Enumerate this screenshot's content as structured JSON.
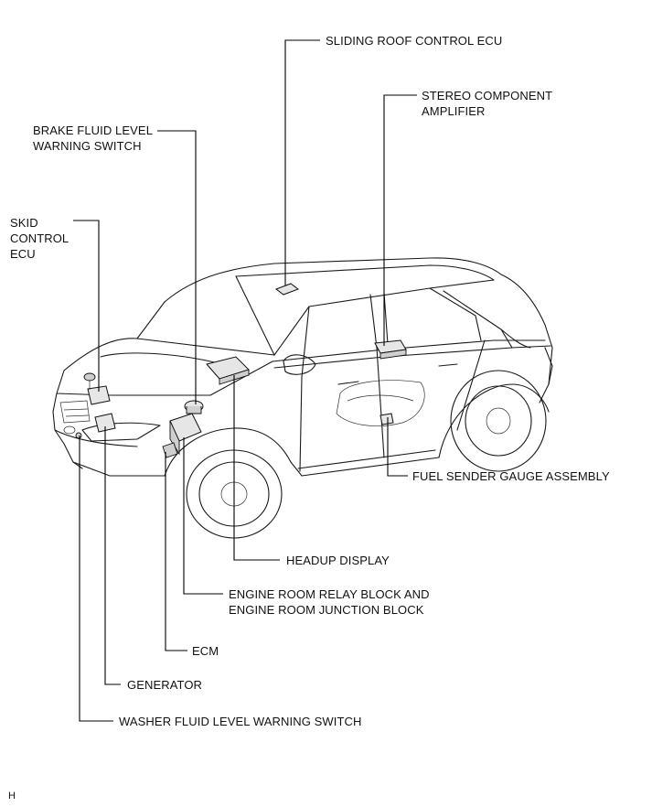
{
  "labels": {
    "sliding_roof": "SLIDING ROOF CONTROL ECU",
    "stereo_line1": "STEREO COMPONENT",
    "stereo_line2": "AMPLIFIER",
    "brake_line1": "BRAKE FLUID LEVEL",
    "brake_line2": "WARNING SWITCH",
    "skid_line1": "SKID",
    "skid_line2": "CONTROL",
    "skid_line3": "ECU",
    "fuel_sender": "FUEL SENDER GAUGE ASSEMBLY",
    "headup": "HEADUP DISPLAY",
    "relay_line1": "ENGINE ROOM RELAY BLOCK AND",
    "relay_line2": "ENGINE ROOM JUNCTION BLOCK",
    "ecm": "ECM",
    "generator": "GENERATOR",
    "washer": "WASHER FLUID LEVEL WARNING SWITCH"
  },
  "footer": {
    "code": "H"
  }
}
